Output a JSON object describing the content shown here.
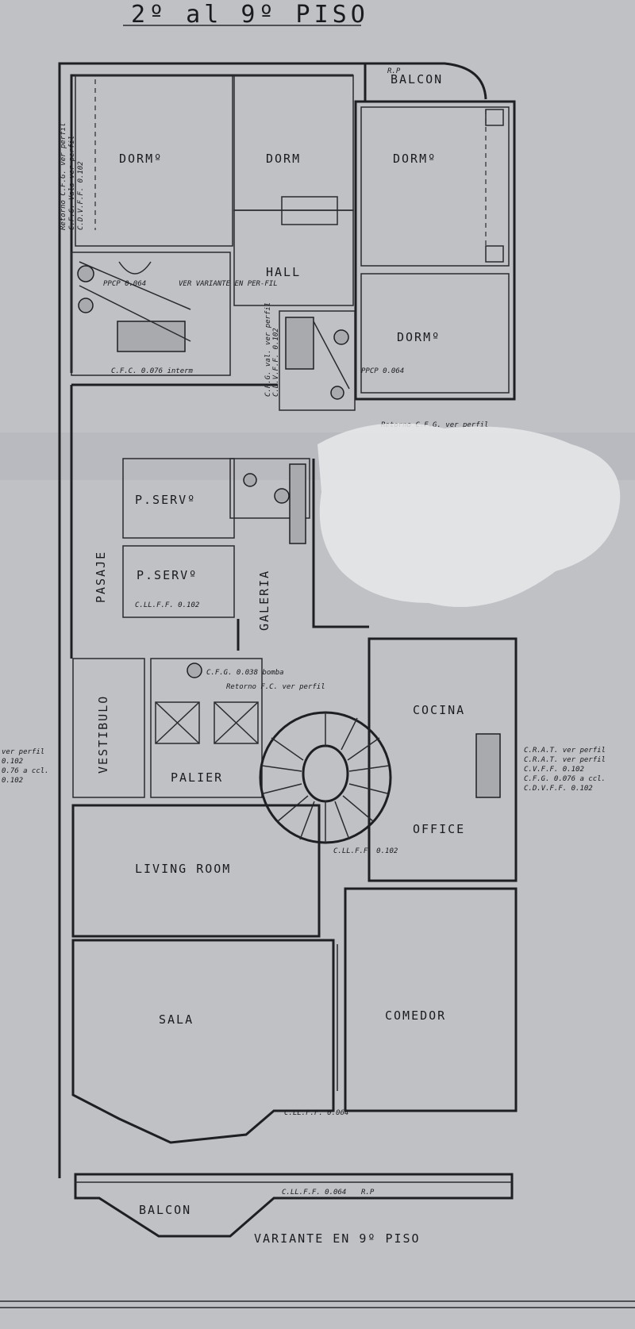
{
  "title": "2º al 9º PISO",
  "rooms": {
    "balcon_top": "BALCON",
    "rp_top": "R.P",
    "dorm_1": "DORMº",
    "dorm_2": "DORM",
    "dorm_3": "DORMº",
    "dorm_4": "DORMº",
    "hall": "HALL",
    "serv_1": "P.SERVº",
    "serv_2": "P.SERVº",
    "pasaje": "PASAJE",
    "galeria": "GALERIA",
    "vestibulo": "VESTIBULO",
    "palier": "PALIER",
    "cocina": "COCINA",
    "office": "OFFICE",
    "living": "LIVING ROOM",
    "sala": "SALA",
    "comedor": "COMEDOR",
    "balcon_bottom": "BALCON",
    "rp_bottom": "R.P"
  },
  "notes": {
    "ver_variante": "VER VARIANTE EN PER-FIL",
    "ppcp": "PPCP 0.064",
    "ppcp_2": "PPCP 0.064",
    "retorno_right": "Retorno C.F.G. ver perfil",
    "left_vertical": "Retorno C.F.G. ver perfil",
    "left_vertical_2": "C.F.G. Vala ver perfil",
    "left_vertical_3": "C.D.V.F.F. 0.102",
    "hall_vertical": "C.R.G. val. ver perfil",
    "hall_vertical_2": "C.D.V.F.F. 0.102",
    "cfc_interm": "C.F.C. 0.076 interm",
    "serv_note": "C.LL.F.F. 0.102",
    "bomba": "C.F.G. 0.038 bomba",
    "retorno_mid": "Retorno F.C. ver perfil",
    "office_note": "C.LL.F.F. 0.102",
    "sala_note": "C.LL.F.F. 0.064",
    "balcon_note": "C.LL.F.F. 0.064",
    "right_1": "C.R.A.T. ver perfil",
    "right_2": "C.R.A.T. ver perfil",
    "right_3": "C.V.F.F. 0.102",
    "right_4": "C.F.G. 0.076 a ccl.",
    "right_5": "C.D.V.F.F. 0.102",
    "left_1": "ver perfil",
    "left_2": "0.102",
    "left_3": "0.76 a ccl.",
    "left_4": "0.102",
    "variante": "VARIANTE EN 9º PISO"
  }
}
